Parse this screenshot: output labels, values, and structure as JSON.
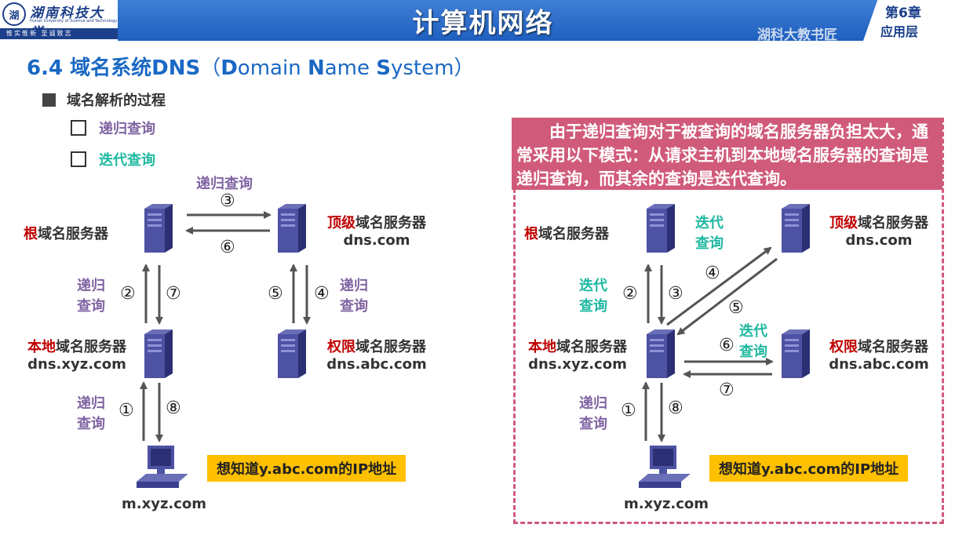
{
  "header": {
    "logo_cn": "湖南科技大学",
    "logo_en": "Hunan University of Science and Technology",
    "logo_motto": "惟实惟新 至诚致志",
    "title": "计算机网络",
    "chapter_num": "第6章",
    "chapter_name": "应用层",
    "watermark": "湖科大教书匠"
  },
  "section": {
    "number": "6.4 域名系统DNS",
    "paren_open": "（",
    "D": "D",
    "omain": "omain ",
    "N": "N",
    "ame": "ame ",
    "S": "S",
    "ystem": "ystem",
    "paren_close": "）"
  },
  "bullets": {
    "main": "域名解析的过程",
    "recursive": "递归查询",
    "iterative": "迭代查询"
  },
  "left": {
    "root_hl": "根",
    "root_rest": "域名服务器",
    "tld_hl": "顶级",
    "tld_rest": "域名服务器",
    "tld_domain": "dns.com",
    "local_hl": "本地",
    "local_rest": "域名服务器",
    "local_domain": "dns.xyz.com",
    "auth_hl": "权限",
    "auth_rest": "域名服务器",
    "auth_domain": "dns.abc.com",
    "host": "m.xyz.com",
    "recur_top": "递归查询",
    "recur_a1": "递归",
    "recur_a2": "查询",
    "recur_b1": "递归",
    "recur_b2": "查询",
    "recur_c1": "递归",
    "recur_c2": "查询",
    "n1": "①",
    "n2": "②",
    "n3": "③",
    "n4": "④",
    "n5": "⑤",
    "n6": "⑥",
    "n7": "⑦",
    "n8": "⑧",
    "query": "想知道y.abc.com的IP地址"
  },
  "right": {
    "callout": "由于递归查询对于被查询的域名服务器负担太大，通常采用以下模式：从请求主机到本地域名服务器的查询是递归查询，而其余的查询是迭代查询。",
    "root_hl": "根",
    "root_rest": "域名服务器",
    "tld_hl": "顶级",
    "tld_rest": "域名服务器",
    "tld_domain": "dns.com",
    "local_hl": "本地",
    "local_rest": "域名服务器",
    "local_domain": "dns.xyz.com",
    "auth_hl": "权限",
    "auth_rest": "域名服务器",
    "auth_domain": "dns.abc.com",
    "host": "m.xyz.com",
    "iter_a1": "迭代",
    "iter_a2": "查询",
    "iter_b1": "迭代",
    "iter_b2": "查询",
    "iter_c1": "迭代",
    "iter_c2": "查询",
    "recur_1": "递归",
    "recur_2": "查询",
    "n1": "①",
    "n2": "②",
    "n3": "③",
    "n4": "④",
    "n5": "⑤",
    "n6": "⑥",
    "n7": "⑦",
    "n8": "⑧",
    "query": "想知道y.abc.com的IP地址"
  },
  "colors": {
    "header_blue": "#1f5fbf",
    "title_blue": "#1a68c4",
    "highlight_red": "#c00000",
    "recursive_purple": "#8064a2",
    "iterative_teal": "#1fb8a0",
    "callout_pink": "#d05a7a",
    "query_yellow": "#ffc000"
  },
  "icons": [
    "server-icon",
    "computer-icon",
    "university-emblem-icon"
  ]
}
